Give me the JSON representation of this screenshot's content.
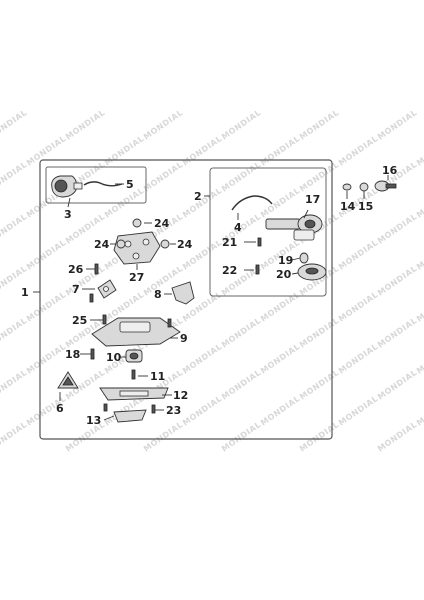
{
  "watermark": {
    "text": "MONDIAL"
  },
  "callouts": [
    "1",
    "2",
    "3",
    "4",
    "5",
    "6",
    "7",
    "8",
    "9",
    "10",
    "11",
    "12",
    "13",
    "14",
    "15",
    "16",
    "17",
    "18",
    "19",
    "20",
    "21",
    "22",
    "23",
    "24",
    "24",
    "25",
    "26",
    "27"
  ],
  "colors": {
    "line": "#333333",
    "part_fill": "#d9d9d9",
    "frame": "#555555",
    "watermark": "#b8b8b8"
  }
}
